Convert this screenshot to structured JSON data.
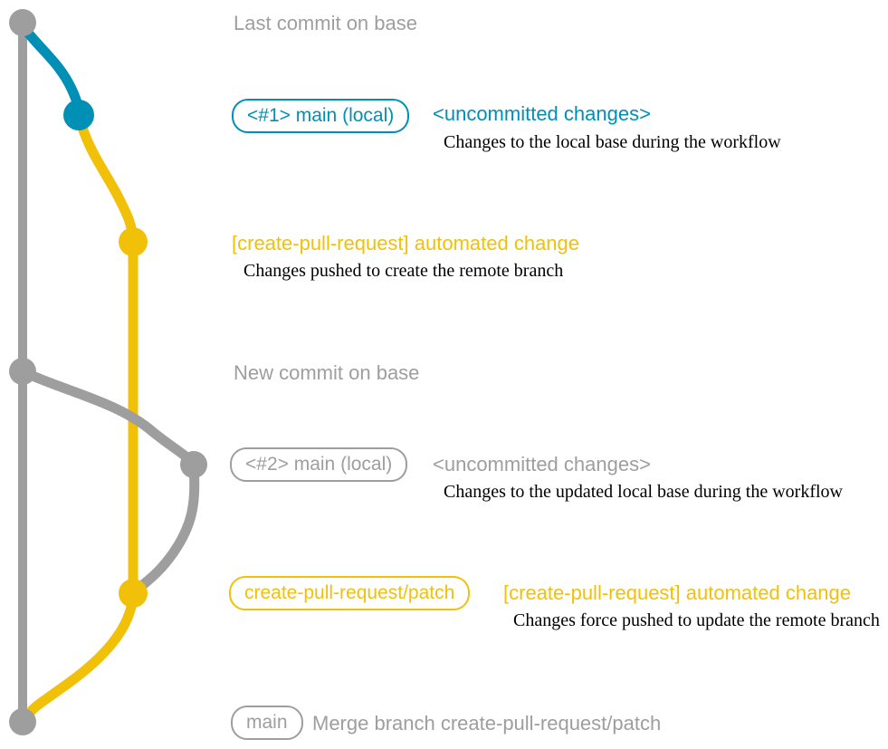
{
  "colors": {
    "gray": "#9e9e9e",
    "blue": "#008fb5",
    "yellow": "#f1c109",
    "ink": "#000000",
    "bg": "#ffffff"
  },
  "graph": {
    "branches": [
      {
        "name": "base",
        "color_key": "gray"
      },
      {
        "name": "local-main-uncommitted",
        "color_key": "blue"
      },
      {
        "name": "create-pull-request/patch",
        "color_key": "yellow"
      }
    ],
    "commits": [
      {
        "id": "last-commit-on-base",
        "branch": "base"
      },
      {
        "id": "uncommitted-changes-1",
        "branch": "local-main-uncommitted"
      },
      {
        "id": "automated-change-1",
        "branch": "create-pull-request/patch"
      },
      {
        "id": "new-commit-on-base",
        "branch": "base"
      },
      {
        "id": "uncommitted-changes-2",
        "branch": "base-updated-local"
      },
      {
        "id": "automated-change-2",
        "branch": "create-pull-request/patch"
      },
      {
        "id": "merge-commit",
        "branch": "base"
      }
    ]
  },
  "rows": {
    "last_commit": {
      "label": "Last commit on base"
    },
    "uncommitted_1": {
      "badge": "<#1> main (local)",
      "title": "<uncommitted changes>",
      "note": "Changes to the local base during the workflow"
    },
    "automated_1": {
      "title": "[create-pull-request] automated change",
      "note": "Changes pushed to create the remote branch"
    },
    "new_commit": {
      "label": "New commit on base"
    },
    "uncommitted_2": {
      "badge": "<#2> main (local)",
      "title": "<uncommitted changes>",
      "note": "Changes to the updated local base during the workflow"
    },
    "automated_2": {
      "badge": "create-pull-request/patch",
      "title": "[create-pull-request] automated change",
      "note": "Changes force pushed to update the remote branch"
    },
    "merge": {
      "badge": "main",
      "label": "Merge branch create-pull-request/patch"
    }
  }
}
